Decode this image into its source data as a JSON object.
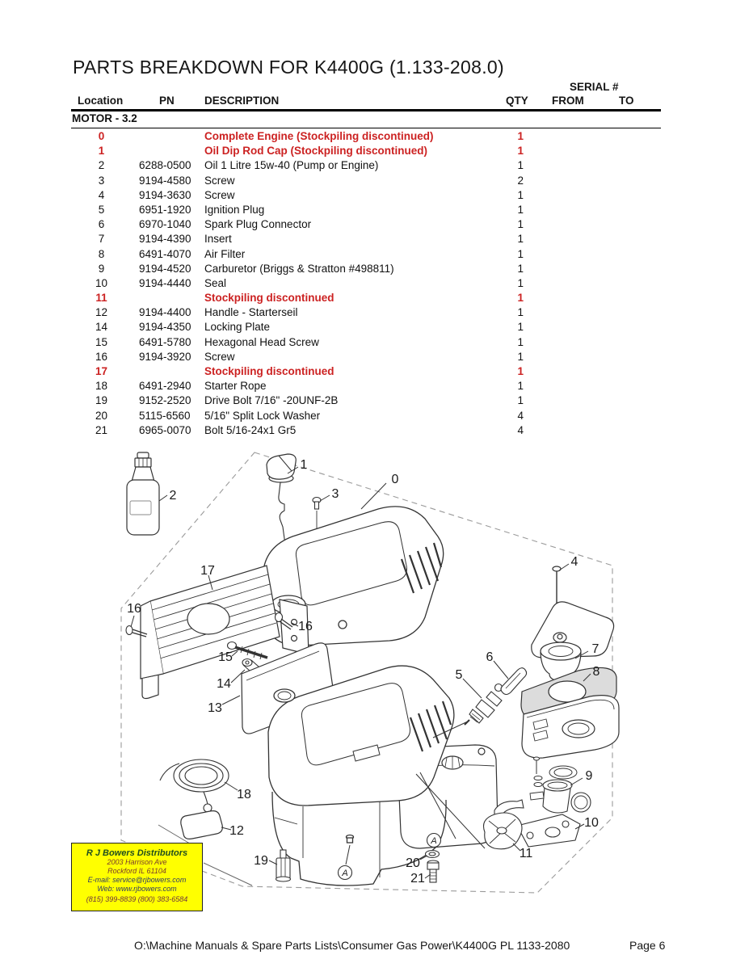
{
  "page": {
    "title": "PARTS BREAKDOWN FOR K4400G (1.133-208.0)",
    "footer": {
      "path": "O:\\Machine Manuals & Spare Parts Lists\\Consumer Gas Power\\K4400G PL 1133-2080",
      "page": "Page 6"
    }
  },
  "colors": {
    "highlight_red": "#cc2222",
    "distributor_box_yellow": "#ffff00"
  },
  "table": {
    "serial_header": "SERIAL #",
    "headers": {
      "location": "Location",
      "pn": "PN",
      "description": "DESCRIPTION",
      "qty": "QTY",
      "from": "FROM",
      "to": "TO"
    },
    "section": "MOTOR - 3.2",
    "rows": [
      {
        "loc": "0",
        "pn": "",
        "desc": "Complete Engine (Stockpiling discontinued)",
        "qty": "1",
        "red": true
      },
      {
        "loc": "1",
        "pn": "",
        "desc": "Oil Dip Rod Cap (Stockpiling discontinued)",
        "qty": "1",
        "red": true
      },
      {
        "loc": "2",
        "pn": "6288-0500",
        "desc": "Oil 1 Litre 15w-40 (Pump or Engine)",
        "qty": "1",
        "red": false
      },
      {
        "loc": "3",
        "pn": "9194-4580",
        "desc": "Screw",
        "qty": "2",
        "red": false
      },
      {
        "loc": "4",
        "pn": "9194-3630",
        "desc": "Screw",
        "qty": "1",
        "red": false
      },
      {
        "loc": "5",
        "pn": "6951-1920",
        "desc": "Ignition Plug",
        "qty": "1",
        "red": false
      },
      {
        "loc": "6",
        "pn": "6970-1040",
        "desc": "Spark Plug Connector",
        "qty": "1",
        "red": false
      },
      {
        "loc": "7",
        "pn": "9194-4390",
        "desc": "Insert",
        "qty": "1",
        "red": false
      },
      {
        "loc": "8",
        "pn": "6491-4070",
        "desc": "Air Filter",
        "qty": "1",
        "red": false
      },
      {
        "loc": "9",
        "pn": "9194-4520",
        "desc": "Carburetor (Briggs & Stratton #498811)",
        "qty": "1",
        "red": false
      },
      {
        "loc": "10",
        "pn": "9194-4440",
        "desc": "Seal",
        "qty": "1",
        "red": false
      },
      {
        "loc": "11",
        "pn": "",
        "desc": "Stockpiling discontinued",
        "qty": "1",
        "red": true
      },
      {
        "loc": "12",
        "pn": "9194-4400",
        "desc": "Handle - Starterseil",
        "qty": "1",
        "red": false
      },
      {
        "loc": "14",
        "pn": "9194-4350",
        "desc": "Locking Plate",
        "qty": "1",
        "red": false
      },
      {
        "loc": "15",
        "pn": "6491-5780",
        "desc": "Hexagonal Head Screw",
        "qty": "1",
        "red": false
      },
      {
        "loc": "16",
        "pn": "9194-3920",
        "desc": "Screw",
        "qty": "1",
        "red": false
      },
      {
        "loc": "17",
        "pn": "",
        "desc": "Stockpiling discontinued",
        "qty": "1",
        "red": true
      },
      {
        "loc": "18",
        "pn": "6491-2940",
        "desc": "Starter Rope",
        "qty": "1",
        "red": false
      },
      {
        "loc": "19",
        "pn": "9152-2520",
        "desc": "Drive Bolt 7/16\" -20UNF-2B",
        "qty": "1",
        "red": false
      },
      {
        "loc": "20",
        "pn": "5115-6560",
        "desc": "5/16\" Split Lock Washer",
        "qty": "4",
        "red": false
      },
      {
        "loc": "21",
        "pn": "6965-0070",
        "desc": "Bolt 5/16-24x1 Gr5",
        "qty": "4",
        "red": false
      }
    ]
  },
  "distributor": {
    "name": "R J Bowers Distributors",
    "address1": "2003 Harrison Ave",
    "address2": "Rockford IL 61104",
    "email": "E-mail: service@rjbowers.com",
    "web": "Web: www.rjbowers.com",
    "phones": "(815) 399-8839   (800) 383-6584"
  },
  "diagram": {
    "callouts": {
      "c0": "0",
      "c1": "1",
      "c2": "2",
      "c3": "3",
      "c4": "4",
      "c5": "5",
      "c6": "6",
      "c7": "7",
      "c8": "8",
      "c9": "9",
      "c10": "10",
      "c11": "11",
      "c12": "12",
      "c13": "13",
      "c14": "14",
      "c15": "15",
      "c16": "16",
      "c17": "17",
      "c18": "18",
      "c19": "19",
      "c20": "20",
      "c21": "21",
      "a": "A"
    }
  }
}
